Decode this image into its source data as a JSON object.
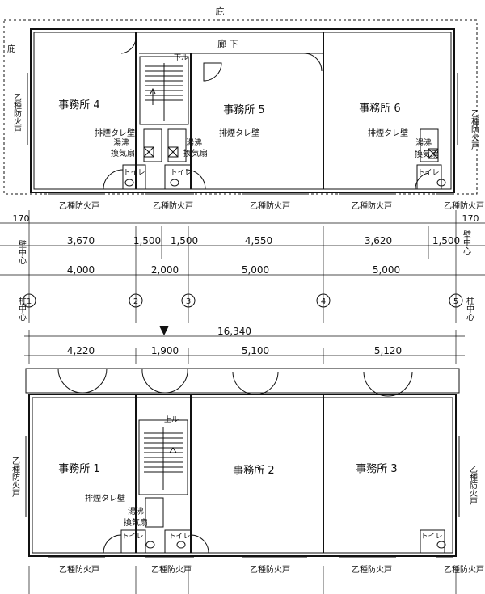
{
  "upper_floor": {
    "rooms": [
      "事務所 4",
      "事務所 5",
      "事務所 6"
    ],
    "corridor": "廊 下",
    "eave": "庇",
    "eave_side": "庇",
    "stair": "下ル",
    "smoke_wall": "排煙タレ壁",
    "water_heater": "湯沸",
    "fan": "換気扇",
    "toilet": "トイレ",
    "fire_door": "乙種防火戸",
    "dims_small": [
      "170",
      "170"
    ],
    "dims_row1": [
      "3,670",
      "1,500",
      "1,500",
      "4,550",
      "3,620",
      "1,500"
    ],
    "dims_row2": [
      "4,000",
      "2,000",
      "5,000",
      "5,000"
    ]
  },
  "wall_center": "壁中心",
  "pillar_center": "柱中心",
  "axes": [
    "1",
    "2",
    "3",
    "4",
    "5"
  ],
  "lower_floor": {
    "rooms": [
      "事務所 1",
      "事務所 2",
      "事務所 3"
    ],
    "stair": "上ル",
    "smoke_wall": "排煙タレ壁",
    "water_heater": "湯沸",
    "fan": "換気扇",
    "toilet": "トイレ",
    "fire_door": "乙種防火戸",
    "total": "16,340",
    "dims": [
      "4,220",
      "1,900",
      "5,100",
      "5,120"
    ]
  }
}
